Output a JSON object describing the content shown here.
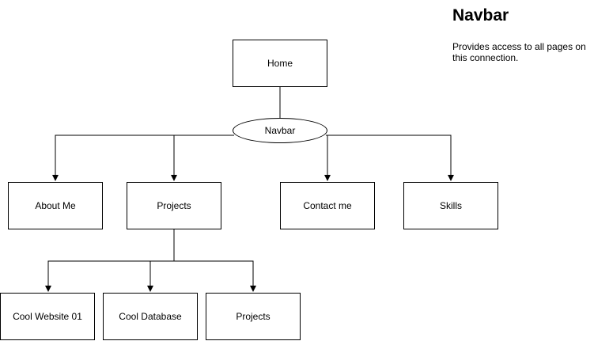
{
  "diagram": {
    "nodes": {
      "home": "Home",
      "navbar": "Navbar",
      "about": "About Me",
      "projects": "Projects",
      "contact": "Contact me",
      "skills": "Skills",
      "cool_website": "Cool Website 01",
      "cool_database": "Cool Database",
      "projects_child": "Projects"
    }
  },
  "note": {
    "title": "Navbar",
    "description": "Provides access to all pages on this connection."
  }
}
